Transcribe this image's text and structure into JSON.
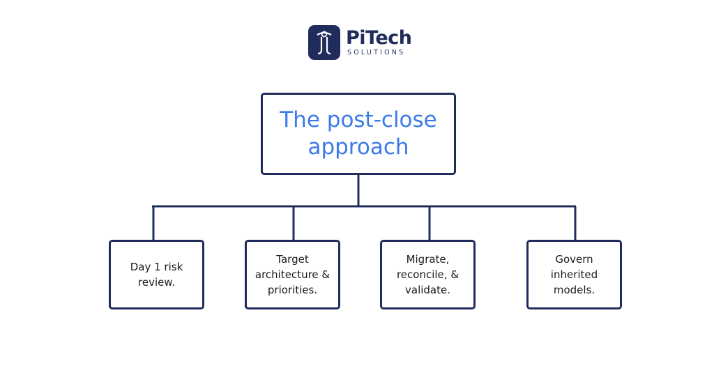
{
  "logo": {
    "name": "PiTech",
    "subtitle": "SOLUTIONS"
  },
  "root": {
    "title": "The post-close approach"
  },
  "steps": [
    {
      "label": "Day 1 risk review."
    },
    {
      "label": "Target architecture & priorities."
    },
    {
      "label": "Migrate, reconcile, & validate."
    },
    {
      "label": "Govern inherited models."
    }
  ],
  "colors": {
    "navy": "#1f2c5c",
    "accent_blue": "#3b7be8"
  }
}
